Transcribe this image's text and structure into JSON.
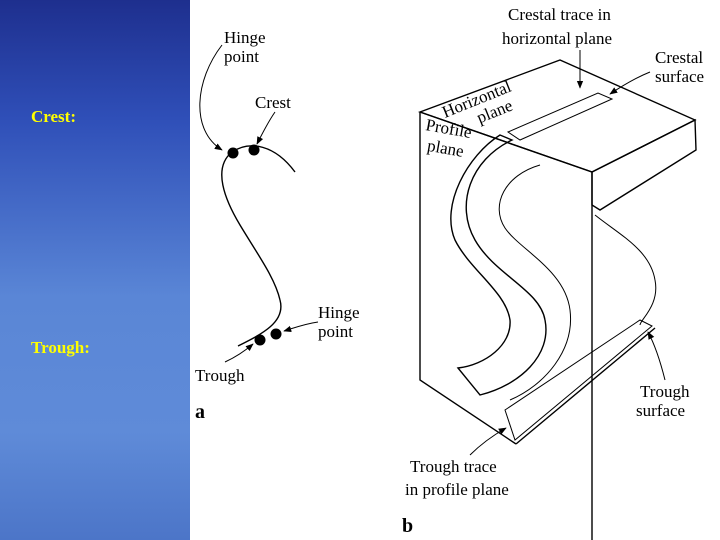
{
  "colors": {
    "panel_gradient_top": "#1e2f8e",
    "panel_gradient_bottom": "#5f8bd8",
    "label_color": "#ffff00",
    "surface_fill": "#d8d8d8"
  },
  "left_panel": {
    "crest_label": "Crest:",
    "trough_label": "Trough:"
  },
  "figure_a": {
    "hinge_point_top": [
      "Hinge",
      "point"
    ],
    "crest": "Crest",
    "hinge_point_bottom": [
      "Hinge",
      "point"
    ],
    "trough": "Trough",
    "panel_letter": "a"
  },
  "figure_b": {
    "crestal_trace": [
      "Crestal trace in",
      "horizontal plane"
    ],
    "crestal_surface": [
      "Crestal",
      "surface"
    ],
    "horizontal_plane": [
      "Horizontal",
      "plane"
    ],
    "profile_plane": [
      "Profile",
      "plane"
    ],
    "trough_surface": [
      "Trough",
      "surface"
    ],
    "trough_trace": [
      "Trough trace",
      "in profile plane"
    ],
    "panel_letter": "b"
  }
}
